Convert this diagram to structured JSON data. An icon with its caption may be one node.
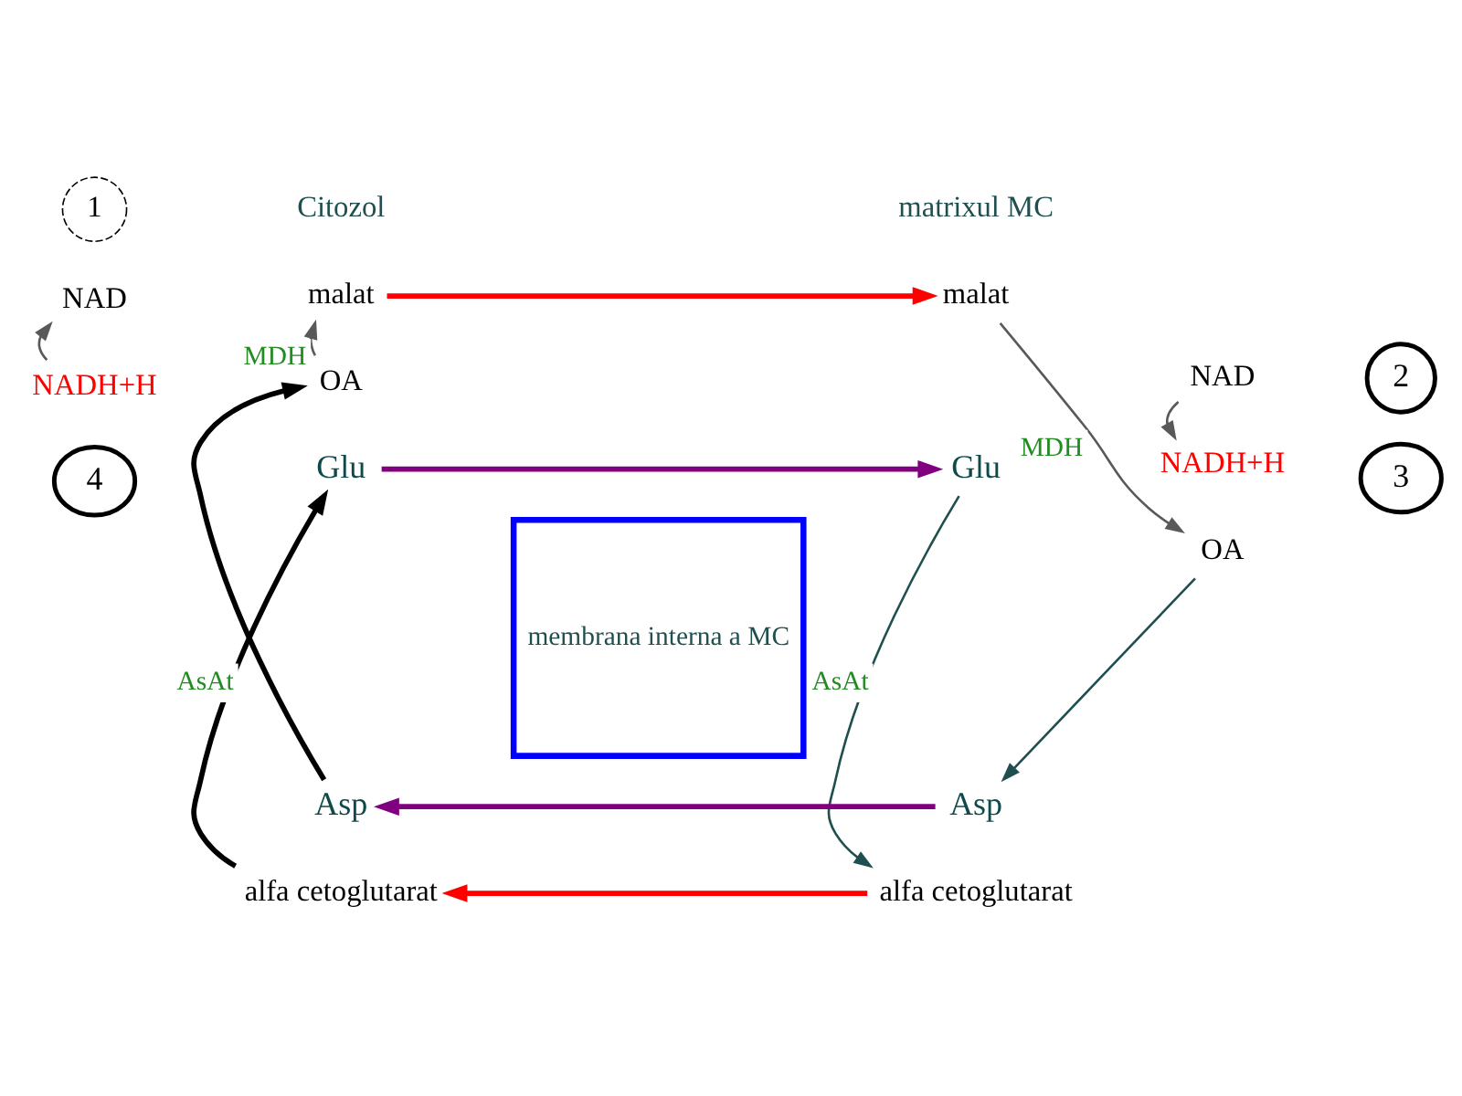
{
  "diagram": {
    "nodes": [
      {
        "text": [
          "membrana interna a MC"
        ]
      },
      {
        "text": [
          "1"
        ]
      },
      {
        "text": [
          "malat"
        ]
      },
      {
        "text": [
          "malat"
        ]
      },
      {
        "text": [
          "NAD"
        ]
      },
      {
        "text": [
          "2"
        ]
      },
      {
        "text": [
          "NAD"
        ]
      },
      {
        "text": [
          "NADH+H"
        ]
      },
      {
        "text": [
          "NADH+H"
        ]
      },
      {
        "text": [
          "OA"
        ]
      },
      {
        "text": [
          "Glu"
        ]
      },
      {
        "text": [
          "Glu"
        ]
      },
      {
        "text": [
          "OA"
        ]
      },
      {
        "text": [
          "3"
        ]
      },
      {
        "text": [
          "4"
        ]
      },
      {
        "text": [
          "Asp"
        ]
      },
      {
        "text": [
          "Asp"
        ]
      },
      {
        "text": [
          "alfa cetoglutarat"
        ]
      },
      {
        "text": [
          "alfa cetoglutarat"
        ]
      }
    ],
    "edges": [
      {
        "from": 2,
        "to": 3,
        "arrow": "to",
        "style": "thick",
        "color": "#ff0000"
      },
      {
        "from": 7,
        "to": 6,
        "arrow": "to",
        "color": "#595959"
      },
      {
        "from": 9,
        "to": 2,
        "arrow": "to",
        "label": "MDH",
        "color": "#595959"
      },
      {
        "from": 3,
        "to": 12,
        "arrow": "to",
        "label": "MDH",
        "color": "#595959"
      },
      {
        "from": 4,
        "to": 8,
        "arrow": "to",
        "color": "#595959"
      },
      {
        "from": 10,
        "to": 11,
        "arrow": "to",
        "style": "thick",
        "color": "#800080"
      },
      {
        "from": 16,
        "to": 15,
        "arrow": "to",
        "style": "thick",
        "color": "#800080"
      },
      {
        "from": 18,
        "to": 17,
        "arrow": "to",
        "style": "thick",
        "color": "#ff0000"
      },
      {
        "from": 17,
        "to": 10,
        "arrow": "to",
        "label": "AsAt",
        "style": "thick"
      },
      {
        "from": 15,
        "to": 9,
        "arrow": "to",
        "style": "thick"
      },
      {
        "from": 11,
        "to": 18,
        "arrow": "to",
        "label": "AsAt",
        "color": "#1f4f4f"
      },
      {
        "from": 12,
        "to": 16,
        "arrow": "to",
        "color": "#1f4f4f"
      }
    ],
    "labels": [
      "Citozol",
      "matrixul MC"
    ]
  }
}
